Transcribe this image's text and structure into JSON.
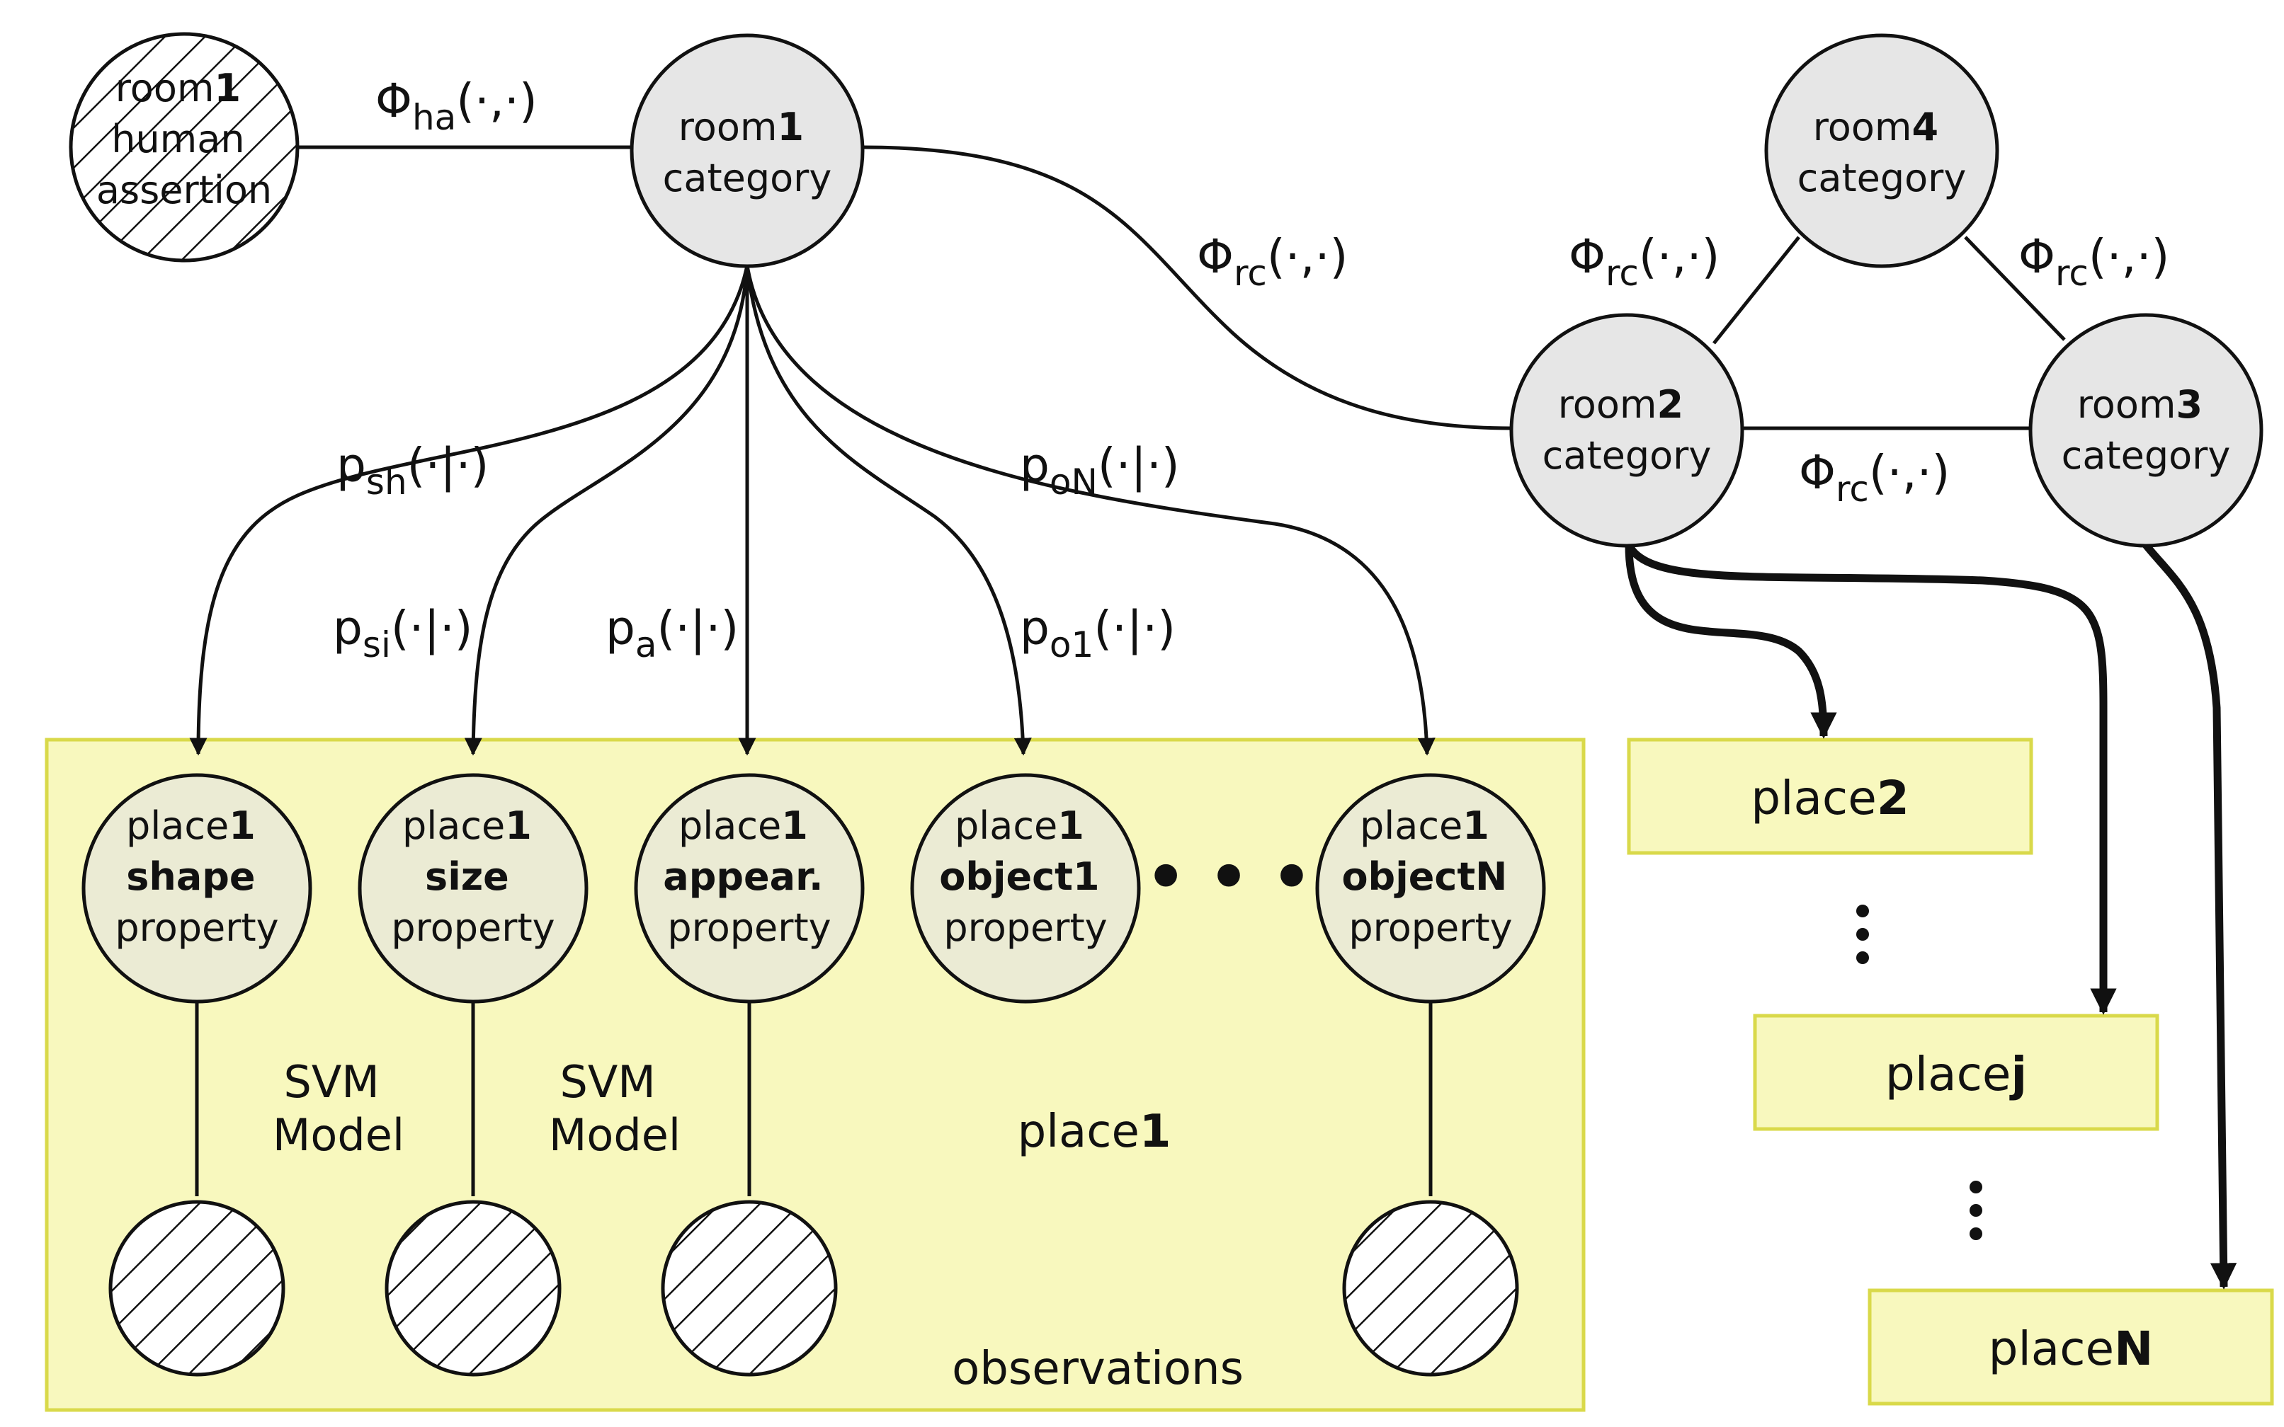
{
  "colors": {
    "node_fill": "#e6e6e6",
    "property_fill": "#ebebd4",
    "box_fill": "#f8f8be",
    "box_stroke": "#d9d94a",
    "stroke": "#111111"
  },
  "human_assertion": {
    "line1a": "room",
    "line1b": "1",
    "line2": "human",
    "line3": "assertion"
  },
  "room_nodes": {
    "room1": {
      "prefix": "room",
      "num": "1",
      "sub": "category"
    },
    "room2": {
      "prefix": "room",
      "num": "2",
      "sub": "category"
    },
    "room3": {
      "prefix": "room",
      "num": "3",
      "sub": "category"
    },
    "room4": {
      "prefix": "room",
      "num": "4",
      "sub": "category"
    }
  },
  "edge_labels": {
    "ha": {
      "base": "Φ",
      "sub": "ha",
      "args": "(·,·)"
    },
    "rc_main": {
      "base": "Φ",
      "sub": "rc",
      "args": "(·,·)"
    },
    "rc_left": {
      "base": "Φ",
      "sub": "rc",
      "args": "(·,·)"
    },
    "rc_right": {
      "base": "Φ",
      "sub": "rc",
      "args": "(·,·)"
    },
    "rc_bottom": {
      "base": "Φ",
      "sub": "rc",
      "args": "(·,·)"
    },
    "sh": {
      "base": "p",
      "sub": "sh",
      "args": "(·|·)"
    },
    "si": {
      "base": "p",
      "sub": "si",
      "args": "(·|·)"
    },
    "a": {
      "base": "p",
      "sub": "a",
      "args": "(·|·)"
    },
    "o1": {
      "base": "p",
      "sub": "o1",
      "args": "(·|·)"
    },
    "oN": {
      "base": "p",
      "sub": "oN",
      "args": "(·|·)"
    }
  },
  "property_nodes": [
    {
      "l1a": "place",
      "l1b": "1",
      "bold": "shape",
      "l3": "property"
    },
    {
      "l1a": "place",
      "l1b": "1",
      "bold": "size",
      "l3": "property"
    },
    {
      "l1a": "place",
      "l1b": "1",
      "bold": "appear.",
      "l3": "property"
    },
    {
      "l1a": "place",
      "l1b": "1",
      "bold": "object1",
      "l3": "property"
    },
    {
      "l1a": "place",
      "l1b": "1",
      "bold": "objectN",
      "l3": "property"
    }
  ],
  "ellipsis_h": "• • •",
  "svm_model": [
    {
      "line1": "SVM",
      "line2": "Model"
    },
    {
      "line1": "SVM",
      "line2": "Model"
    }
  ],
  "place1_label": {
    "prefix": "place",
    "num": "1"
  },
  "observations_label": "observations",
  "places": {
    "place2": {
      "prefix": "place",
      "num": "2"
    },
    "placej": {
      "prefix": "place",
      "num": "j"
    },
    "placeN": {
      "prefix": "place",
      "num": "N"
    }
  }
}
